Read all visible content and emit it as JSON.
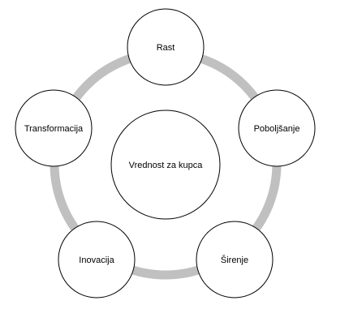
{
  "diagram": {
    "center": {
      "label": "Vrednost za kupca"
    },
    "nodes": [
      {
        "label": "Rast"
      },
      {
        "label": "Poboljšanje"
      },
      {
        "label": "Širenje"
      },
      {
        "label": "Inovacija"
      },
      {
        "label": "Transformacija"
      }
    ],
    "colors": {
      "ring": "#c0c0c0",
      "circle_stroke": "#000000",
      "circle_fill": "#ffffff",
      "text": "#000000"
    }
  }
}
